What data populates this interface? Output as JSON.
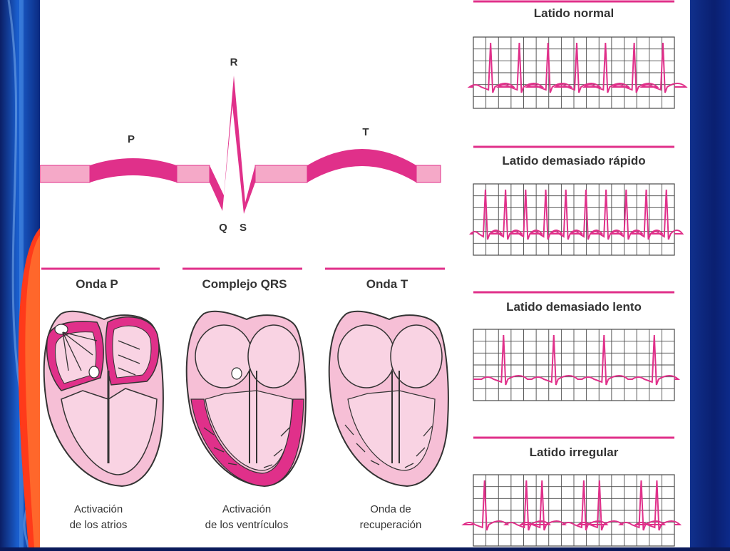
{
  "colors": {
    "accent": "#e0308a",
    "tissue": "#f6bfd6",
    "tissue_light": "#f9d3e3",
    "band": "#f5a9c8",
    "grid": "#4a4a4a",
    "text": "#333333",
    "background_left": "#1a5fcf",
    "background_right": "#0a1f70"
  },
  "ecg": {
    "labels": {
      "p": "P",
      "r": "R",
      "q": "Q",
      "s": "S",
      "t": "T"
    }
  },
  "phases": [
    {
      "title": "Onda P",
      "caption_line1": "Activación",
      "caption_line2": "de los atrios"
    },
    {
      "title": "Complejo QRS",
      "caption_line1": "Activación",
      "caption_line2": "de los ventrículos"
    },
    {
      "title": "Onda T",
      "caption_line1": "Onda de",
      "caption_line2": "recuperación"
    }
  ],
  "rhythms": [
    {
      "title": "Latido normal",
      "beats": 7
    },
    {
      "title": "Latido demasiado rápido",
      "beats": 10
    },
    {
      "title": "Latido demasiado lento",
      "beats": 4
    },
    {
      "title": "Latido irregular",
      "beats": 7
    }
  ]
}
